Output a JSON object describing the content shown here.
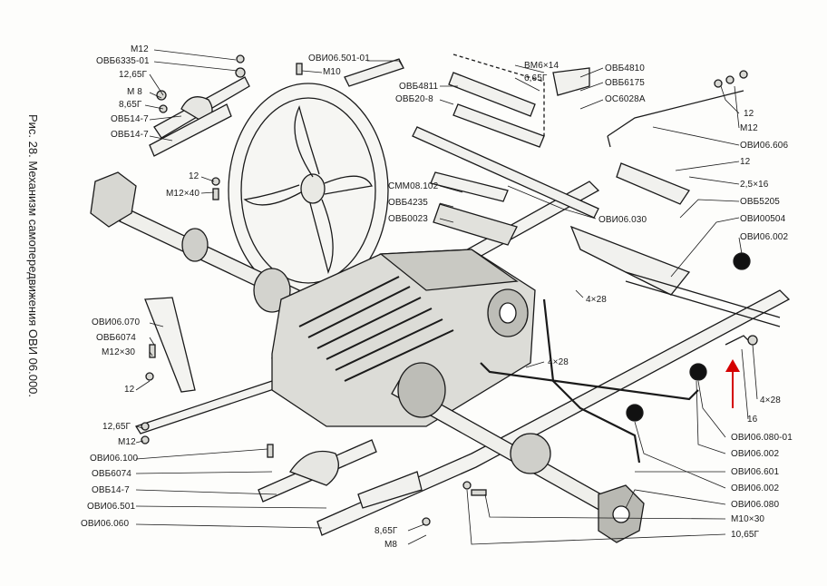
{
  "caption": "Рис. 28. Механизм самопередвижения ОВИ 06.000.",
  "labels": [
    "М12",
    "ОВБ6335-01",
    "12,65Г",
    "М 8",
    "8,65Г",
    "ОВБ14-7",
    "ОВБ14-7",
    "ОВИ06.501-01",
    "М10",
    "12",
    "М12×40",
    "ВМ6×14",
    "6,65Г",
    "ОВБ4811",
    "ОВБ20-8",
    "ОВБ4810",
    "ОВБ6175",
    "ОС6028А",
    "СММ08.102",
    "ОВБ4235",
    "ОВБ0023",
    "ОВИ06.030",
    "12",
    "М12",
    "ОВИ06.606",
    "12",
    "2,5×16",
    "ОВБ5205",
    "ОВИ00504",
    "ОВИ06.002",
    "4×28",
    "4×28",
    "4×28",
    "16",
    "ОВИ06.070",
    "ОВБ6074",
    "М12×30",
    "12",
    "12,65Г",
    "М12",
    "ОВИ06.100",
    "ОВБ6074",
    "ОВБ14-7",
    "ОВИ06.501",
    "ОВИ06.060",
    "8,65Г",
    "М8",
    "ОВИ06.080-01",
    "ОВИ06.002",
    "ОВИ06.601",
    "ОВИ06.002",
    "ОВИ06.080",
    "М10×30",
    "10,65Г"
  ],
  "annotation_color": "#d40000"
}
